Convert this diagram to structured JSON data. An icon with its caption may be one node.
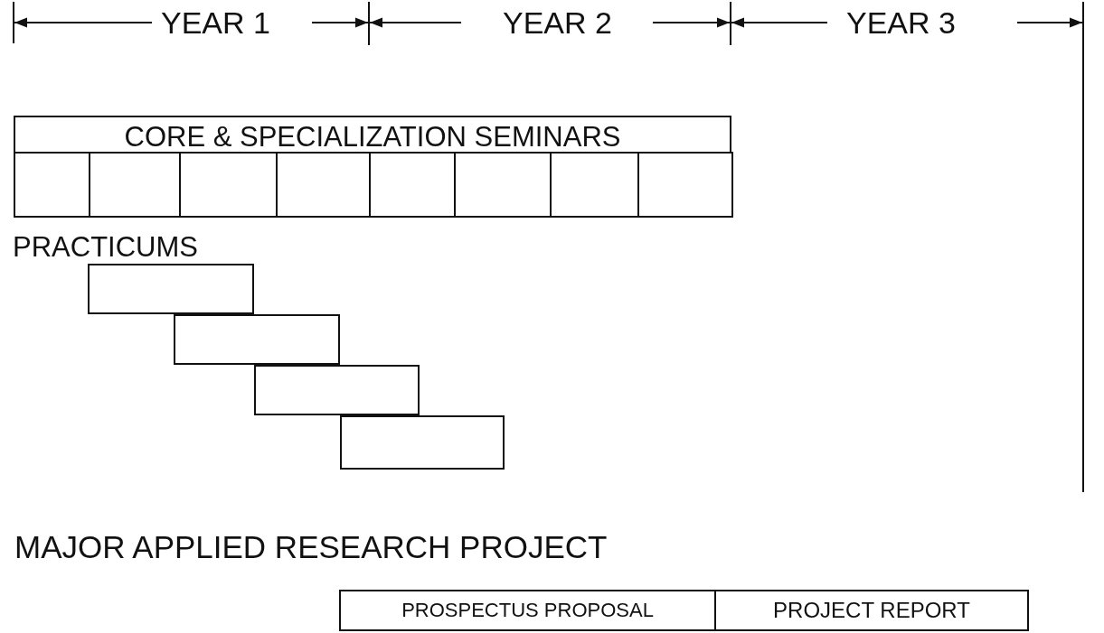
{
  "diagram": {
    "nodes": [
      {
        "text": [
          "CORE & SPECIALIZATION SEMINARS"
        ]
      },
      {
        "text": [],
        "shape": "box",
        "in": 0
      },
      {
        "text": [],
        "shape": "box",
        "in": 0
      },
      {
        "text": [],
        "shape": "box",
        "in": 0
      },
      {
        "text": [],
        "shape": "box",
        "in": 0
      },
      {
        "text": [],
        "shape": "box",
        "in": 0
      },
      {
        "text": [],
        "shape": "box",
        "in": 0
      },
      {
        "text": [],
        "shape": "box",
        "in": 0
      },
      {
        "text": [],
        "shape": "box",
        "in": 0
      },
      {
        "text": [],
        "shape": "box"
      },
      {
        "text": [],
        "shape": "box"
      },
      {
        "text": [],
        "shape": "box"
      },
      {
        "text": [],
        "shape": "box"
      },
      {
        "text": [
          "PROSPECTUS PROPOSAL"
        ]
      },
      {
        "text": [
          "PROJECT REPORT"
        ]
      }
    ],
    "labels": [
      "YEAR 1",
      "YEAR 2",
      "YEAR 3",
      "PRACTICUMS",
      "MAJOR APPLIED RESEARCH PROJECT"
    ]
  }
}
